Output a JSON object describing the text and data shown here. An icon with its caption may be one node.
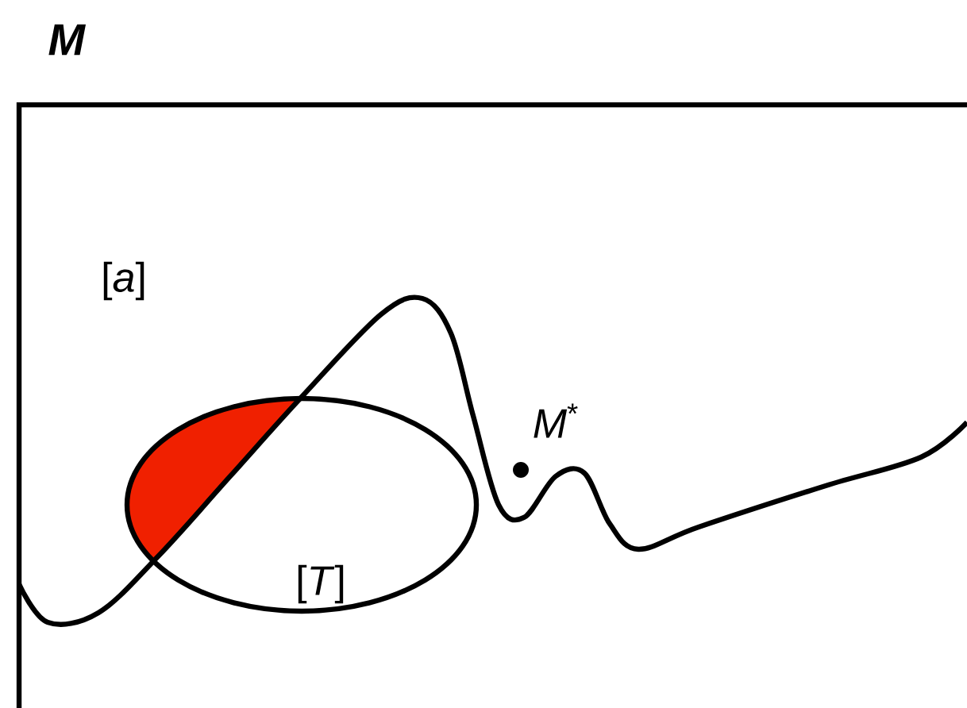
{
  "diagram": {
    "nodes": [
      {
        "text": [
          "M"
        ]
      },
      {
        "text": [
          "[*T*]"
        ],
        "in": 0
      }
    ],
    "labels": [
      "[*a*]",
      "*M*$^{*}$"
    ]
  }
}
